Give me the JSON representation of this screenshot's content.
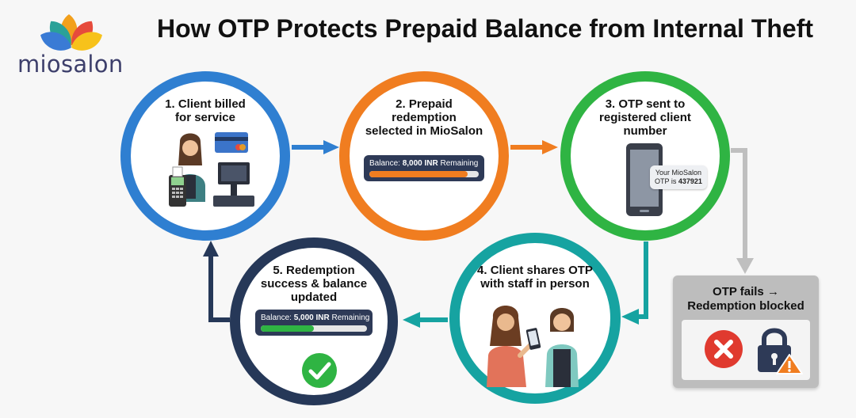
{
  "brand": {
    "name": "miosalon"
  },
  "title": "How OTP Protects Prepaid Balance from Internal Theft",
  "steps": [
    {
      "lines": [
        "1. Client billed",
        "for service"
      ],
      "color": "#2f7fd1"
    },
    {
      "lines": [
        "2. Prepaid",
        "redemption",
        "selected in MioSalon"
      ],
      "color": "#f07d20",
      "balance": {
        "prefix": "Balance: ",
        "amount": "8,000 INR",
        "suffix": " Remaining",
        "fill": 0.9
      }
    },
    {
      "lines": [
        "3. OTP sent to",
        "registered client",
        "number"
      ],
      "color": "#2fb443",
      "sms": {
        "line1": "Your MioSalon",
        "line2_prefix": "OTP is ",
        "code": "437921"
      }
    },
    {
      "lines": [
        "4. Client shares OTP",
        "with staff in person"
      ],
      "color": "#16a3a1"
    },
    {
      "lines": [
        "5. Redemption",
        "success & balance",
        "updated"
      ],
      "color": "#263858",
      "balance": {
        "prefix": "Balance: ",
        "amount": "5,000 INR",
        "suffix": " Remaining",
        "fill": 0.5
      }
    }
  ],
  "failure": {
    "lines": [
      "OTP fails →",
      "Redemption blocked"
    ],
    "color": "#bdbdbd"
  },
  "icons": [
    "lotus-logo-icon",
    "cashier-icon",
    "card-icon",
    "pos-terminal-icon",
    "register-icon",
    "phone-icon",
    "chat-bubble-icon",
    "client-icon",
    "staff-icon",
    "check-icon",
    "x-icon",
    "lock-icon",
    "warning-icon"
  ]
}
